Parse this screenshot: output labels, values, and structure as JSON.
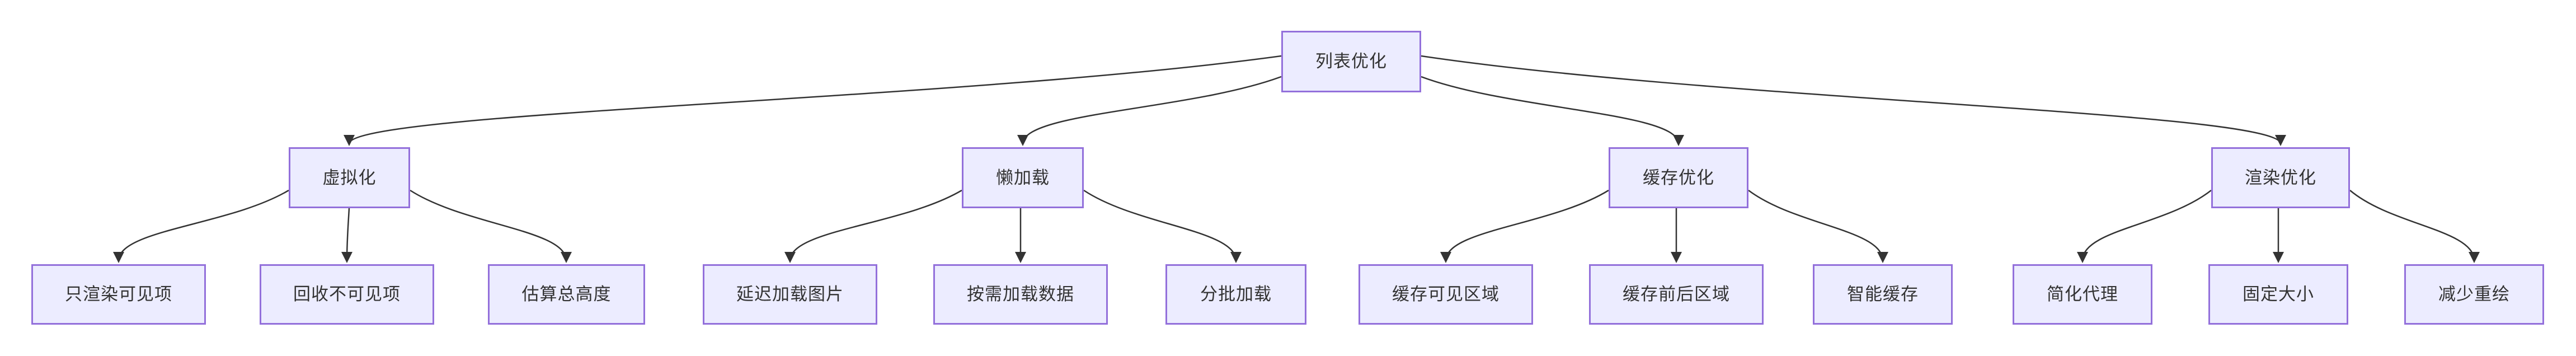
{
  "diagram": {
    "type": "flowchart-top-down",
    "root": {
      "label": "列表优化"
    },
    "branches": [
      {
        "label": "虚拟化",
        "children": [
          "只渲染可见项",
          "回收不可见项",
          "估算总高度"
        ]
      },
      {
        "label": "懒加载",
        "children": [
          "延迟加载图片",
          "按需加载数据",
          "分批加载"
        ]
      },
      {
        "label": "缓存优化",
        "children": [
          "缓存可见区域",
          "缓存前后区域",
          "智能缓存"
        ]
      },
      {
        "label": "渲染优化",
        "children": [
          "简化代理",
          "固定大小",
          "减少重绘"
        ]
      }
    ],
    "colors": {
      "node_fill": "#ECECFF",
      "node_border": "#9370DB",
      "edge": "#333333",
      "text": "#333333",
      "background": "#FFFFFF"
    }
  }
}
